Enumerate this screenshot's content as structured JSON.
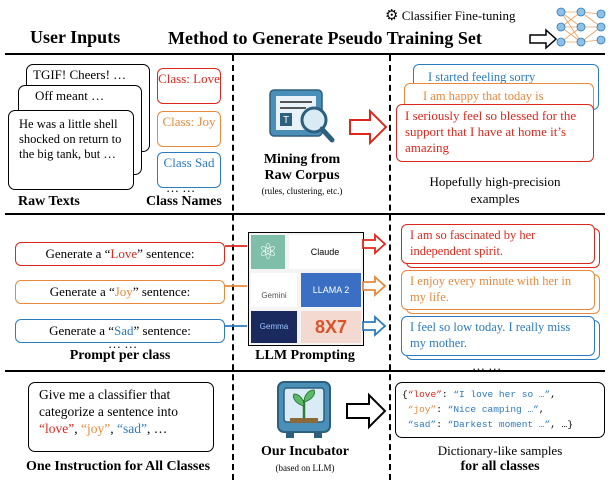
{
  "headers": {
    "user_inputs": "User Inputs",
    "method": "Method to Generate Pseudo Training Set",
    "classifier": "Classifier Fine-tuning"
  },
  "row1": {
    "raw_text_items": [
      "TGIF! Cheers! …",
      "Off meant …",
      "He was a little shell shocked on return to the big tank, but …"
    ],
    "raw_top_ellipsis": "… …",
    "raw_texts_label": "Raw Texts",
    "class_names": [
      {
        "text": "Class: Love",
        "color": "#e0261b"
      },
      {
        "text": "Class: Joy",
        "color": "#e9883a"
      },
      {
        "text": "Class Sad",
        "color": "#2c7bbf"
      }
    ],
    "class_ellipsis": "… …",
    "class_names_label": "Class Names",
    "method_title_1": "Mining from",
    "method_title_2": "Raw Corpus",
    "method_sub": "(rules, clustering, etc.)",
    "outputs": [
      "I started feeling sorry",
      "I am happy that today is",
      "I seriously feel so blessed for the support that I have at home it’s amazing"
    ],
    "output_top_ellipsis": "… …",
    "output_caption_1": "Hopefully high-precision",
    "output_caption_2": "examples"
  },
  "row2": {
    "prompt_prefix": "Generate a “",
    "prompt_suffix": "” sentence:",
    "prompts": [
      {
        "cls": "Love",
        "color": "#e0261b"
      },
      {
        "cls": "Joy",
        "color": "#e9883a"
      },
      {
        "cls": "Sad",
        "color": "#2c7bbf"
      }
    ],
    "prompt_ellipsis": "… …",
    "prompt_label": "Prompt per class",
    "llm_names": [
      "Claude",
      "Gemini",
      "LLAMA 2",
      "Gemma",
      "8X7"
    ],
    "llm_label": "LLM Prompting",
    "outputs": [
      {
        "text": "I am so fascinated by her independent spirit.",
        "color": "#e0261b"
      },
      {
        "text": "I enjoy every minute with her in my life.",
        "color": "#e9883a"
      },
      {
        "text": "I feel so low today. I really miss my mother.",
        "color": "#2c7bbf"
      }
    ],
    "output_ellipsis": "… …"
  },
  "row3": {
    "instruction_prefix": "Give me a classifier that categorize a sentence into",
    "instruction_classes": [
      {
        "text": "“love”",
        "color": "#e0261b"
      },
      {
        "text": "“joy”",
        "color": "#e9883a"
      },
      {
        "text": "“sad”",
        "color": "#2c7bbf"
      }
    ],
    "instruction_sep": ", ",
    "instruction_tail": ", …",
    "instruction_label": "One Instruction for All Classes",
    "incubator_label": "Our Incubator",
    "incubator_sub": "(based on LLM)",
    "dict_lines": [
      {
        "key": "“love”",
        "val": "“I love her so …”",
        "key_color": "#e0261b",
        "sep": ": ",
        "tail": ","
      },
      {
        "key": "“joy”",
        "val": "“Nice camping …”",
        "key_color": "#e9883a",
        "sep": ": ",
        "tail": ","
      },
      {
        "key": "“sad”",
        "val": "“Darkest moment …”",
        "key_color": "#2c7bbf",
        "sep": ": ",
        "tail": ", …}"
      }
    ],
    "dict_open": "{",
    "dict_caption_1": "Dictionary-like samples",
    "dict_caption_2": "for all classes"
  },
  "colors": {
    "love": "#e0261b",
    "joy": "#e9883a",
    "sad": "#2c7bbf"
  }
}
